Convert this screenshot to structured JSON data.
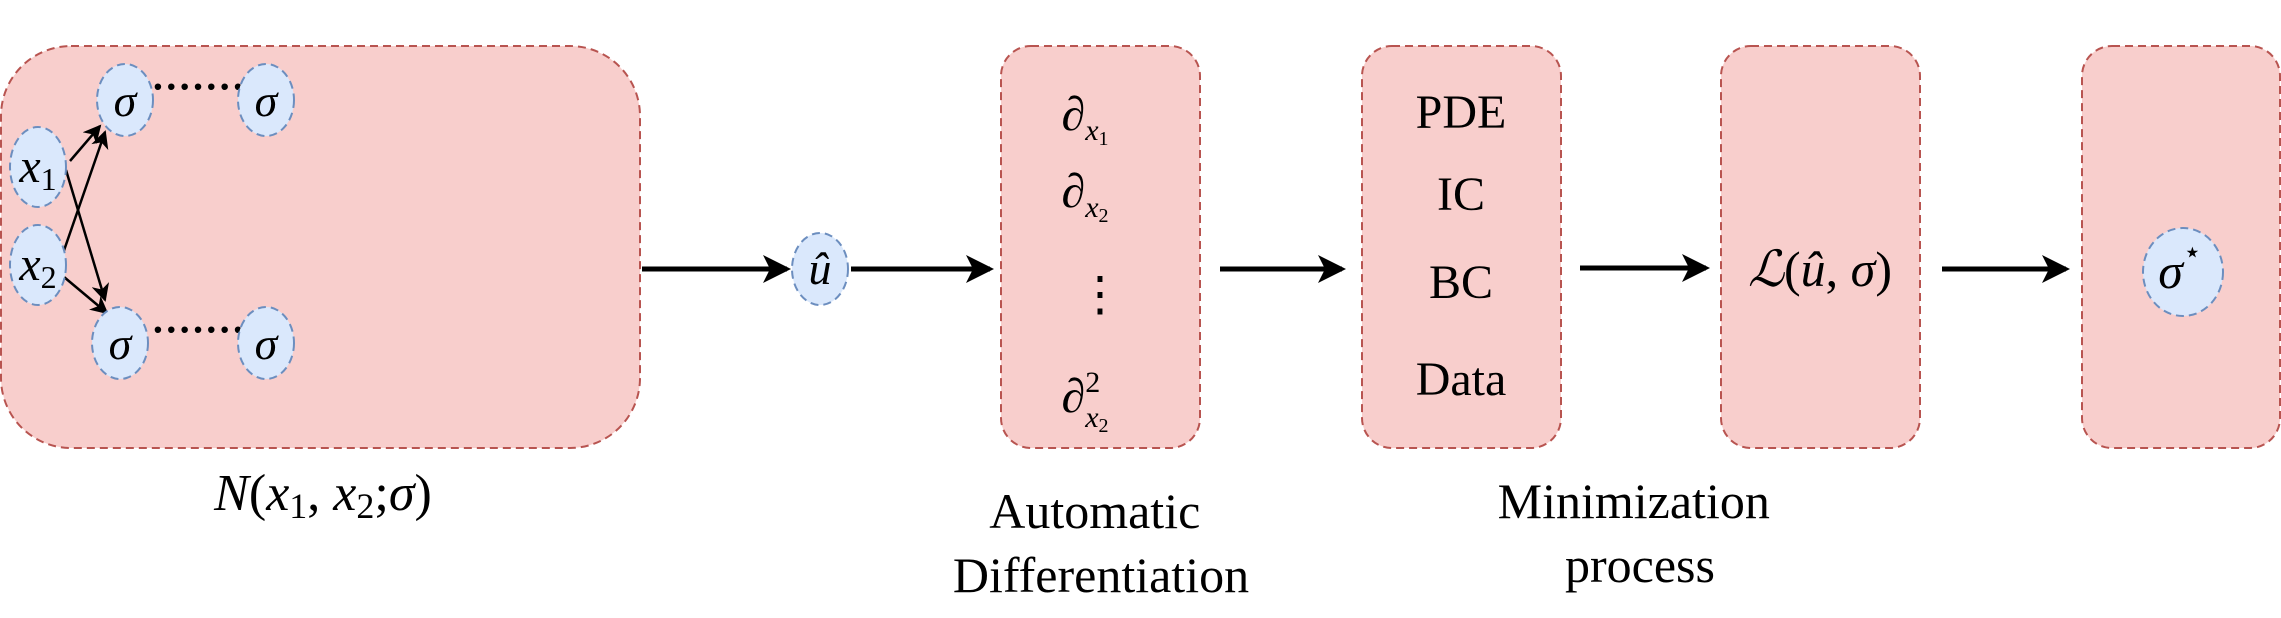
{
  "colors": {
    "box_fill": "#f8cecc",
    "box_stroke": "#b85450",
    "node_fill": "#dae8fc",
    "node_stroke": "#6c8ebf"
  },
  "network": {
    "inputs": [
      {
        "base": "x",
        "sub": "1"
      },
      {
        "base": "x",
        "sub": "2"
      }
    ],
    "activation": "σ",
    "ellipsis": "·······",
    "label": {
      "func": "N",
      "open": "(",
      "a": "x",
      "a_sub": "1",
      "sep1": ", ",
      "b": "x",
      "b_sub": "2",
      "sep2": ";",
      "c": "σ",
      "close": ")"
    }
  },
  "output": {
    "symbol": "û"
  },
  "autodiff": {
    "items": [
      {
        "base": "∂",
        "sub": "x",
        "subsub": "1",
        "sup": ""
      },
      {
        "base": "∂",
        "sub": "x",
        "subsub": "2",
        "sup": ""
      },
      {
        "base": "⋮",
        "sub": "",
        "subsub": "",
        "sup": ""
      },
      {
        "base": "∂",
        "sub": "x",
        "subsub": "2",
        "sup": "2"
      }
    ],
    "label_line1": "Automatic",
    "label_line2": "Differentiation"
  },
  "losses": {
    "items": [
      "PDE",
      "IC",
      "BC",
      "Data"
    ],
    "label_line1": "Minimization",
    "label_line2": "process"
  },
  "loss_function": {
    "func": "ℒ",
    "open": "(",
    "a": "û",
    "sep": ", ",
    "b": "σ",
    "close": ")"
  },
  "result": {
    "base": "σ",
    "sup": "⋆"
  }
}
